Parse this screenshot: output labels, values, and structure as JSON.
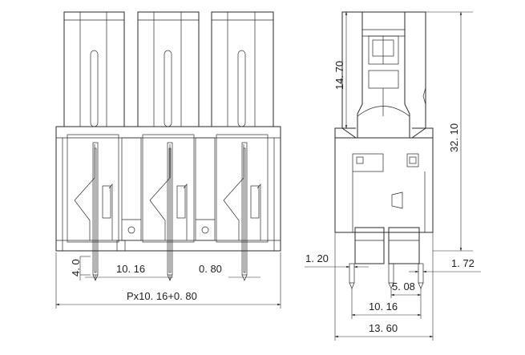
{
  "drawing": {
    "front_view": {
      "dimensions": {
        "height_small": "4. 0",
        "pitch": "10. 16",
        "pin_offset": "0. 80",
        "total_length": "Px10. 16+0. 80"
      }
    },
    "side_view": {
      "dimensions": {
        "plug_height": "14. 70",
        "total_height": "32. 10",
        "pin_width_left": "1. 20",
        "pin_width_right": "1. 72",
        "pin_spacing": "5. 08",
        "pin_span": "10. 16",
        "body_depth": "13. 60"
      }
    }
  }
}
